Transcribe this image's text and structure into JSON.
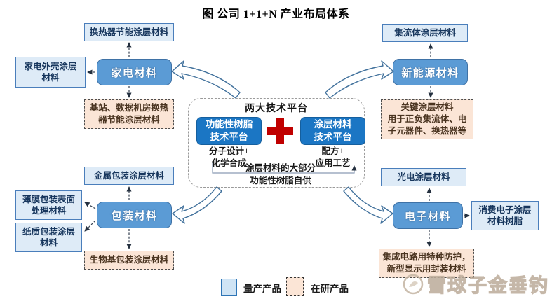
{
  "title": "图 公司 1+1+N 产业布局体系",
  "center": {
    "title": "两大技术平台",
    "left_platform": [
      "功能性树脂",
      "技术平台"
    ],
    "plus": "+",
    "right_platform": [
      "涂层材料",
      "技术平台"
    ],
    "left_caption": [
      "分子设计+",
      "化学合成"
    ],
    "right_caption": [
      "配方+",
      "应用工艺"
    ],
    "note": [
      "涂层材料的大部分",
      "功能性树脂自供"
    ]
  },
  "appliance": {
    "main": "家电材料",
    "top": "换热器节能涂层材料",
    "left": [
      "家电外壳涂层",
      "材料"
    ],
    "bottom": [
      "基站、数据机房换热",
      "器节能涂层材料"
    ]
  },
  "new_energy": {
    "main": "新能源材料",
    "top": "集流体涂层材料",
    "bottom": [
      "关键涂层材料",
      "用于正负集流体、电",
      "子元器件、换热器等"
    ]
  },
  "packaging": {
    "main": "包装材料",
    "top": "金属包装涂层材料",
    "left1": [
      "薄膜包装表面",
      "处理材料"
    ],
    "left2": [
      "纸质包装涂层",
      "材料"
    ],
    "bottom": "生物基包装涂层材料"
  },
  "electronics": {
    "main": "电子材料",
    "top": "光电涂层材料",
    "right": [
      "消费电子涂层",
      "材料树脂"
    ],
    "bottom": [
      "集成电路用特种防护，",
      "新型显示用封装材料"
    ]
  },
  "legend": {
    "mass_production": "量产产品",
    "in_research": "在研产品"
  },
  "watermark": {
    "text": "雪球子金垂钓"
  },
  "colors": {
    "main_blue": "#5B9BD5",
    "platform_blue": "#1B76C4",
    "light_blue": "#DEEBF7",
    "peach": "#FBE5D6",
    "plus_red": "#C00000"
  }
}
